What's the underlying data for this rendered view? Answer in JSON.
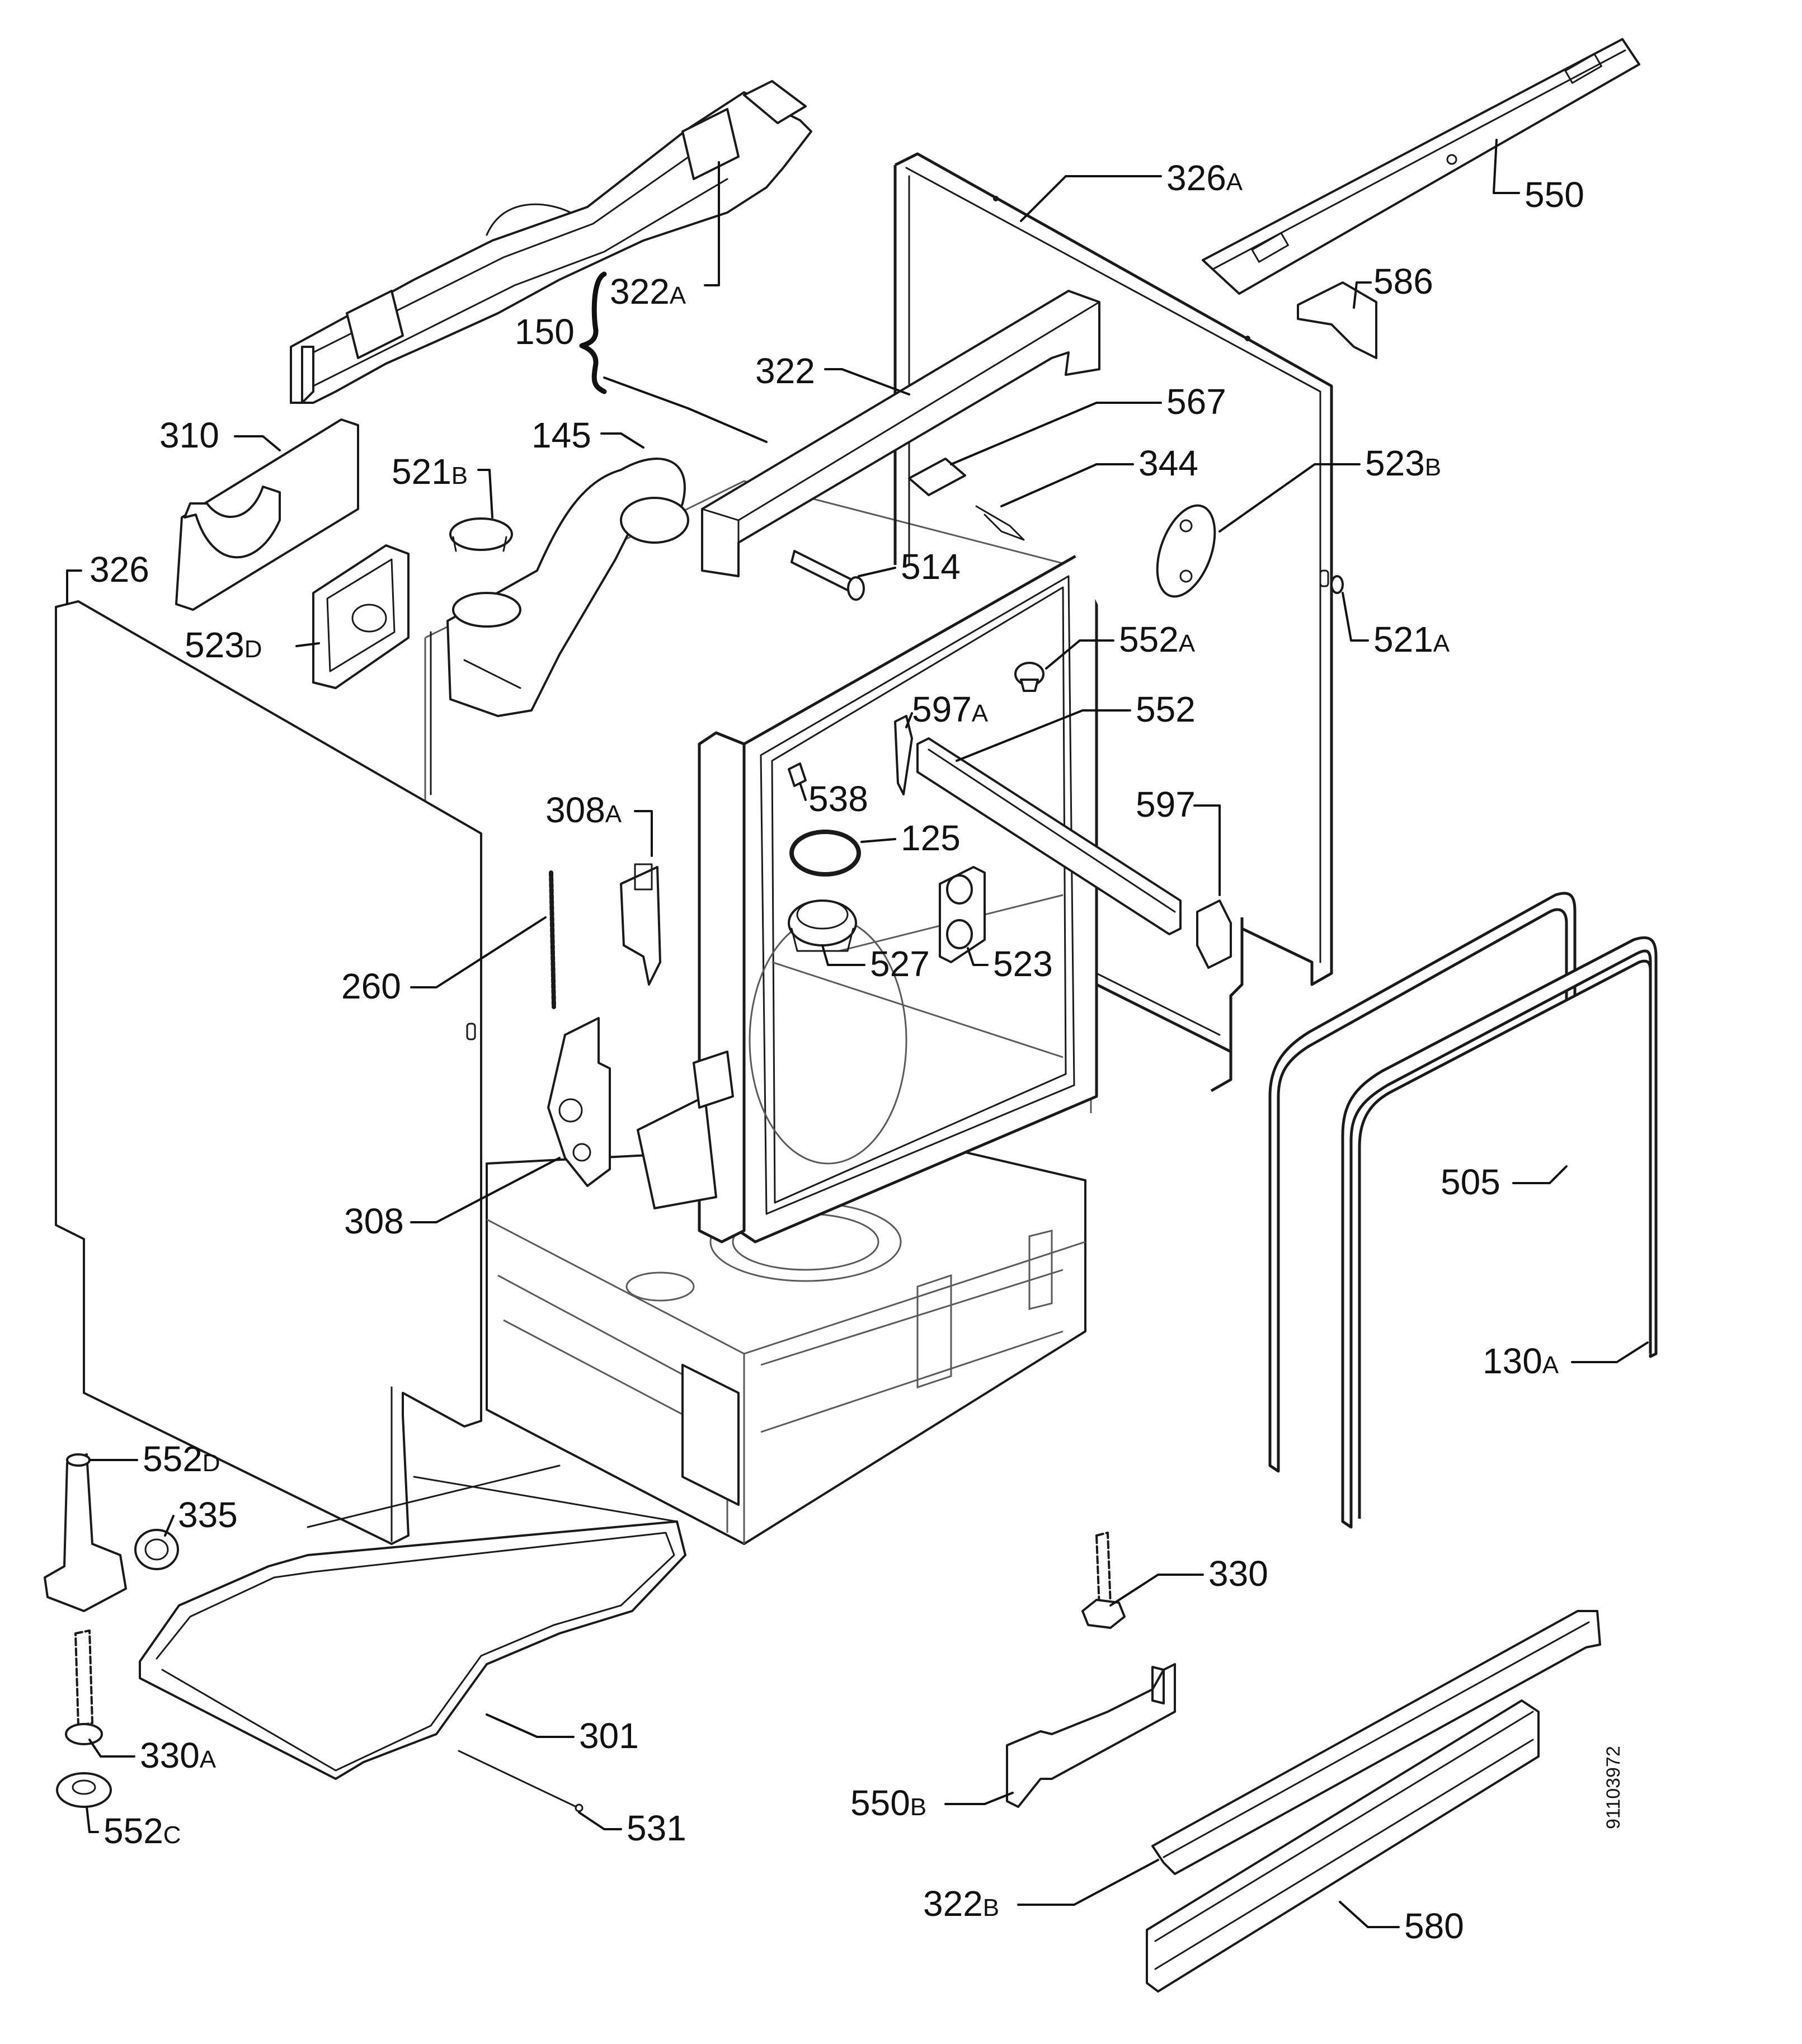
{
  "diagram": {
    "document_number": "91103972",
    "callouts": [
      {
        "id": "322A",
        "num": "322",
        "suffix": "A"
      },
      {
        "id": "150",
        "num": "150",
        "suffix": ""
      },
      {
        "id": "310",
        "num": "310",
        "suffix": ""
      },
      {
        "id": "145",
        "num": "145",
        "suffix": ""
      },
      {
        "id": "521B",
        "num": "521",
        "suffix": "B"
      },
      {
        "id": "326",
        "num": "326",
        "suffix": ""
      },
      {
        "id": "523D",
        "num": "523",
        "suffix": "D"
      },
      {
        "id": "322",
        "num": "322",
        "suffix": ""
      },
      {
        "id": "326A",
        "num": "326",
        "suffix": "A"
      },
      {
        "id": "550",
        "num": "550",
        "suffix": ""
      },
      {
        "id": "586",
        "num": "586",
        "suffix": ""
      },
      {
        "id": "567",
        "num": "567",
        "suffix": ""
      },
      {
        "id": "344",
        "num": "344",
        "suffix": ""
      },
      {
        "id": "523B",
        "num": "523",
        "suffix": "B"
      },
      {
        "id": "514",
        "num": "514",
        "suffix": ""
      },
      {
        "id": "521A",
        "num": "521",
        "suffix": "A"
      },
      {
        "id": "552A",
        "num": "552",
        "suffix": "A"
      },
      {
        "id": "597A",
        "num": "597",
        "suffix": "A"
      },
      {
        "id": "552",
        "num": "552",
        "suffix": ""
      },
      {
        "id": "538",
        "num": "538",
        "suffix": ""
      },
      {
        "id": "308A",
        "num": "308",
        "suffix": "A"
      },
      {
        "id": "125",
        "num": "125",
        "suffix": ""
      },
      {
        "id": "597",
        "num": "597",
        "suffix": ""
      },
      {
        "id": "527",
        "num": "527",
        "suffix": ""
      },
      {
        "id": "523",
        "num": "523",
        "suffix": ""
      },
      {
        "id": "260",
        "num": "260",
        "suffix": ""
      },
      {
        "id": "505",
        "num": "505",
        "suffix": ""
      },
      {
        "id": "308",
        "num": "308",
        "suffix": ""
      },
      {
        "id": "130A",
        "num": "130",
        "suffix": "A"
      },
      {
        "id": "552D",
        "num": "552",
        "suffix": "D"
      },
      {
        "id": "335",
        "num": "335",
        "suffix": ""
      },
      {
        "id": "330",
        "num": "330",
        "suffix": ""
      },
      {
        "id": "301",
        "num": "301",
        "suffix": ""
      },
      {
        "id": "330A",
        "num": "330",
        "suffix": "A"
      },
      {
        "id": "552C",
        "num": "552",
        "suffix": "C"
      },
      {
        "id": "531",
        "num": "531",
        "suffix": ""
      },
      {
        "id": "550B",
        "num": "550",
        "suffix": "B"
      },
      {
        "id": "322B",
        "num": "322",
        "suffix": "B"
      },
      {
        "id": "580",
        "num": "580",
        "suffix": ""
      }
    ]
  }
}
